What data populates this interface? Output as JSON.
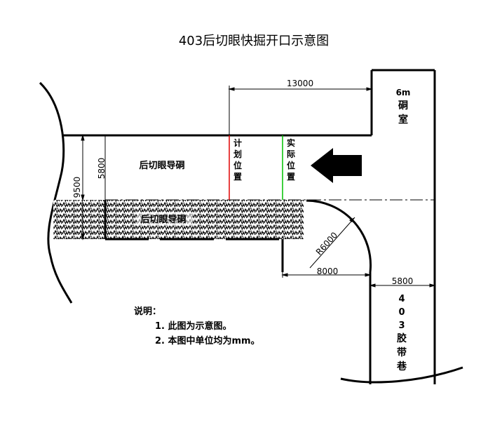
{
  "title": "403后切眼快掘开口示意图",
  "chamber": {
    "size": "6m",
    "name_1": "硐",
    "name_2": "室"
  },
  "dims": {
    "top": "13000",
    "height_inner": "5800",
    "height_total": "9500",
    "radius": "R6000",
    "bottom": "8000",
    "roadway_width": "5800"
  },
  "labels": {
    "drift_upper": "后切眼导硐",
    "drift_lower": "后切眼导硐",
    "planned": [
      "计",
      "划",
      "位",
      "置"
    ],
    "actual": [
      "实",
      "际",
      "位",
      "置"
    ]
  },
  "roadway": {
    "chars": [
      "4",
      "0",
      "3",
      "胶",
      "带",
      "巷"
    ]
  },
  "notes": {
    "heading": "说明：",
    "items": [
      "1. 此图为示意图。",
      "2. 本图中单位均为mm。"
    ]
  },
  "colors": {
    "planned_line": "#e00000",
    "actual_line": "#00c000",
    "arrow": "#000000"
  }
}
